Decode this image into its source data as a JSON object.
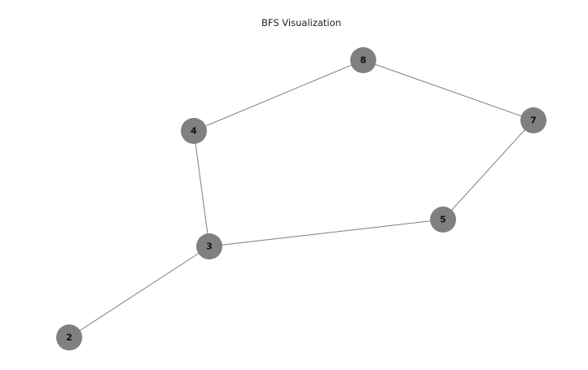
{
  "title": "BFS Visualization",
  "colors": {
    "node_fill": "#808080",
    "edge_stroke": "#7f7f7f",
    "label": "#111111",
    "background": "#ffffff"
  },
  "graph": {
    "nodes": [
      {
        "id": "8",
        "label": "8"
      },
      {
        "id": "4",
        "label": "4"
      },
      {
        "id": "7",
        "label": "7"
      },
      {
        "id": "5",
        "label": "5"
      },
      {
        "id": "3",
        "label": "3"
      },
      {
        "id": "2",
        "label": "2"
      }
    ],
    "edges": [
      {
        "source": "8",
        "target": "4"
      },
      {
        "source": "8",
        "target": "7"
      },
      {
        "source": "4",
        "target": "3"
      },
      {
        "source": "7",
        "target": "5"
      },
      {
        "source": "3",
        "target": "5"
      },
      {
        "source": "3",
        "target": "2"
      }
    ]
  }
}
